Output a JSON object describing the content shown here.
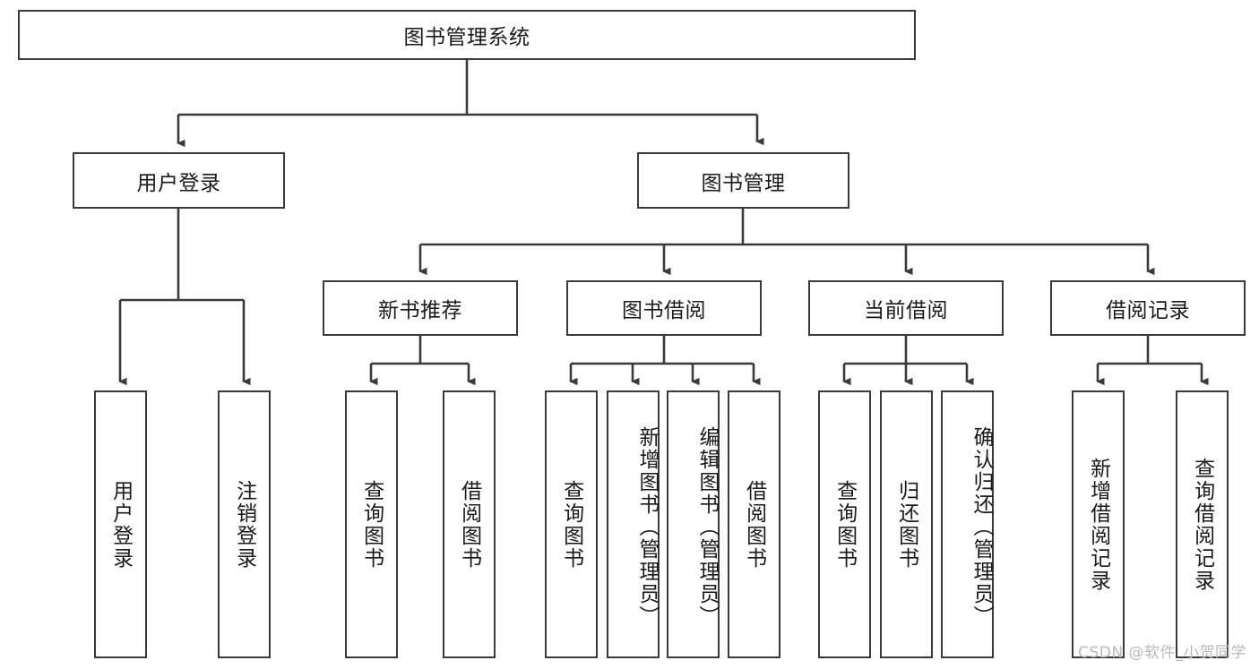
{
  "diagram": {
    "type": "tree-hierarchy-diagram",
    "title": "图书管理系统",
    "root": {
      "id": "root",
      "label": "图书管理系统",
      "orientation": "horizontal"
    },
    "level1": [
      {
        "id": "user-login",
        "label": "用户登录",
        "orientation": "horizontal"
      },
      {
        "id": "book-management",
        "label": "图书管理",
        "orientation": "horizontal"
      }
    ],
    "level2": [
      {
        "id": "new-book-recommend",
        "label": "新书推荐",
        "orientation": "horizontal",
        "parent": "book-management"
      },
      {
        "id": "book-borrow",
        "label": "图书借阅",
        "orientation": "horizontal",
        "parent": "book-management"
      },
      {
        "id": "current-borrow",
        "label": "当前借阅",
        "orientation": "horizontal",
        "parent": "book-management"
      },
      {
        "id": "borrow-record",
        "label": "借阅记录",
        "orientation": "horizontal",
        "parent": "book-management"
      }
    ],
    "leaves": [
      {
        "id": "leaf-user-login",
        "label": "用户登录",
        "orientation": "vertical",
        "parent": "user-login"
      },
      {
        "id": "leaf-logout-login",
        "label": "注销登录",
        "orientation": "vertical",
        "parent": "user-login"
      },
      {
        "id": "leaf-query-book-1",
        "label": "查询图书",
        "orientation": "vertical",
        "parent": "new-book-recommend"
      },
      {
        "id": "leaf-borrow-book-1",
        "label": "借阅图书",
        "orientation": "vertical",
        "parent": "new-book-recommend"
      },
      {
        "id": "leaf-query-book-2",
        "label": "查询图书",
        "orientation": "vertical",
        "parent": "book-borrow"
      },
      {
        "id": "leaf-add-book",
        "label": "新增图书（管理员）",
        "orientation": "vertical",
        "parent": "book-borrow"
      },
      {
        "id": "leaf-edit-book",
        "label": "编辑图书（管理员）",
        "orientation": "vertical",
        "parent": "book-borrow"
      },
      {
        "id": "leaf-borrow-book-2",
        "label": "借阅图书",
        "orientation": "vertical",
        "parent": "book-borrow"
      },
      {
        "id": "leaf-query-book-3",
        "label": "查询图书",
        "orientation": "vertical",
        "parent": "current-borrow"
      },
      {
        "id": "leaf-return-book",
        "label": "归还图书",
        "orientation": "vertical",
        "parent": "current-borrow"
      },
      {
        "id": "leaf-confirm-return",
        "label": "确认归还（管理员）",
        "orientation": "vertical",
        "parent": "current-borrow"
      },
      {
        "id": "leaf-add-borrow-record",
        "label": "新增借阅记录",
        "orientation": "vertical",
        "parent": "borrow-record"
      },
      {
        "id": "leaf-query-borrow-record",
        "label": "查询借阅记录",
        "orientation": "vertical",
        "parent": "borrow-record"
      }
    ],
    "colors": {
      "border": "#3a3a3a",
      "connector": "#3a3a3a",
      "text": "#1a1a1a",
      "background": "#ffffff",
      "watermark": "#b9b9b9"
    }
  },
  "watermark": {
    "text": "CSDN @软件_小贺同学"
  }
}
